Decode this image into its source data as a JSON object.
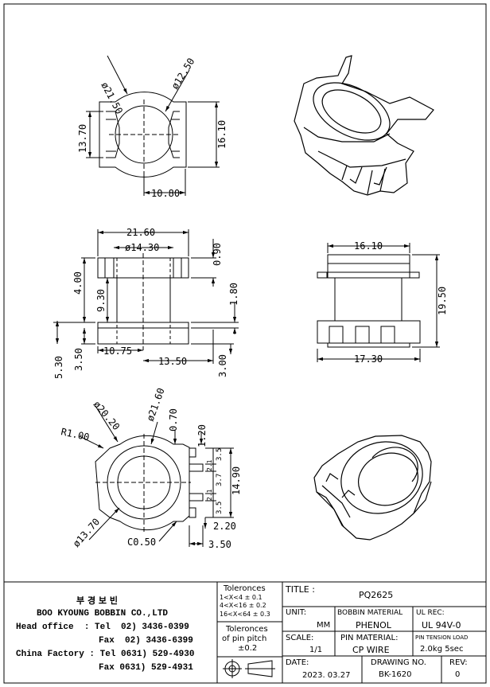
{
  "drawing": {
    "top_view": {
      "dia_outer": "ø21.50",
      "dia_inner": "ø12.50",
      "height_left": "13.70",
      "height_right": "16.10",
      "width_bottom": "10.80"
    },
    "front_view": {
      "width_top": "21.60",
      "dia_center": "ø14.30",
      "flange_thk": "0.90",
      "left_4": "4.00",
      "left_9": "9.30",
      "right_18": "1.80",
      "left_53": "5.30",
      "left_35": "3.50",
      "bottom_1075": "10.75",
      "bottom_1350": "13.50",
      "right_300": "3.00"
    },
    "side_view": {
      "width_top": "16.10",
      "height_right": "19.50",
      "width_bottom": "17.30"
    },
    "bottom_view": {
      "dia_2020": "ø20.20",
      "dia_2160": "ø21.60",
      "r100": "R1.00",
      "d070": "0.70",
      "d120": "1.20",
      "d35a": "3.5",
      "d21a": "2.1",
      "d37": "3.7",
      "d21b": "2.1",
      "d35b": "3.5",
      "d1490": "14.90",
      "d220": "2.20",
      "d350": "3.50",
      "c050": "C0.50",
      "dia_1370": "ø13.70"
    }
  },
  "company": {
    "korean_name": "부 경 보 빈",
    "english_name": "BOO KYOUNG BOBBIN CO.,LTD",
    "head_office_line": "Head office  : Tel  02) 3436-0399",
    "head_office_fax": "Fax  02) 3436-6399",
    "china_factory_line": "China Factory : Tel 0631) 529-4930",
    "china_factory_fax": "Fax 0631) 529-4931"
  },
  "tolerances": {
    "heading": "Toleronces",
    "row1": "1<X<4   ± 0.1",
    "row2": "4<X<16  ± 0.2",
    "row3": "16<X<64 ± 0.3",
    "pin_heading_1": "Toleronces",
    "pin_heading_2": "of pin pitch",
    "pin_value": "±0.2"
  },
  "title_block": {
    "title_label": "TITLE :",
    "title_value": "PQ2625",
    "unit_label": "UNIT:",
    "unit_value": "MM",
    "bobbin_material_label": "BOBBIN MATERIAL",
    "bobbin_material_value": "PHENOL",
    "ul_rec_label": "UL REC:",
    "ul_rec_value": "UL 94V-0",
    "scale_label": "SCALE:",
    "scale_value": "1/1",
    "pin_material_label": "PIN MATERIAL:",
    "pin_material_value": "CP WIRE",
    "pin_tension_label": "PIN TENSION LOAD",
    "pin_tension_value": "2.0kg 5sec",
    "date_label": "DATE:",
    "date_value": "2023. 03.27",
    "drawing_no_label": "DRAWING NO.",
    "drawing_no_value": "BK-1620",
    "rev_label": "REV:",
    "rev_value": "0"
  }
}
